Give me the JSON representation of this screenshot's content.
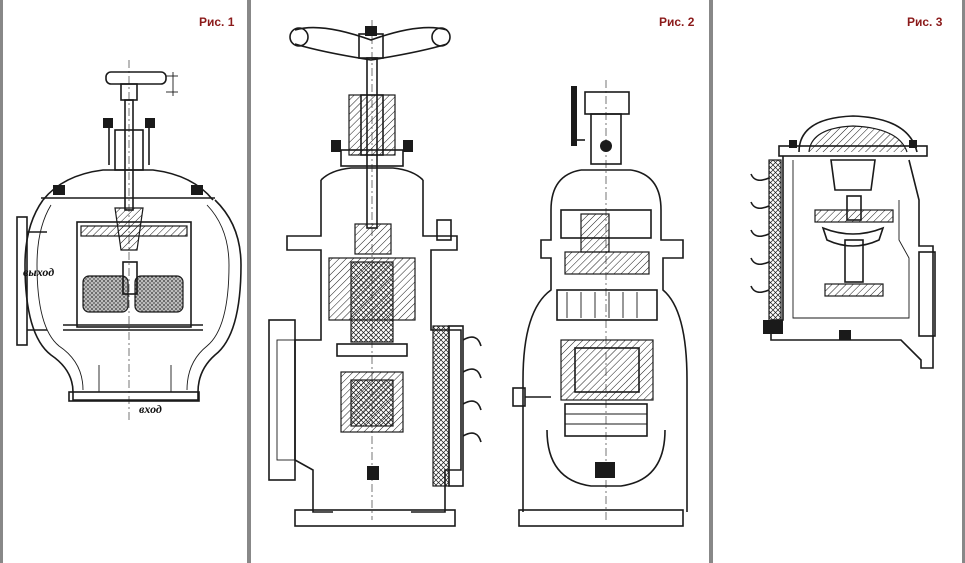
{
  "figures": [
    {
      "caption": "Рис. 1",
      "labels": {
        "outlet": "выход",
        "inlet": "вход"
      }
    },
    {
      "caption": "Рис. 2"
    },
    {
      "caption": "Рис. 3"
    }
  ],
  "colors": {
    "caption": "#8b1a1a",
    "border": "#888888",
    "ink": "#1a1a1a"
  }
}
